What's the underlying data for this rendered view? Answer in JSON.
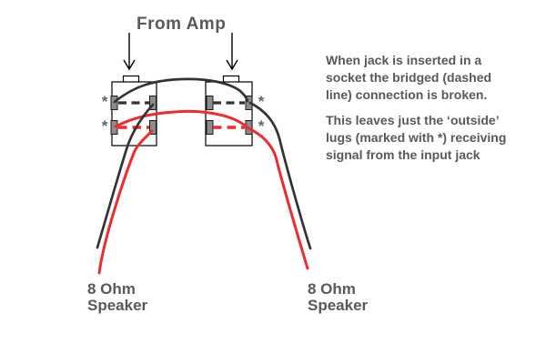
{
  "labels": {
    "from_amp": "From Amp",
    "left_speaker": "8 Ohm\nSpeaker",
    "right_speaker": "8 Ohm\nSpeaker"
  },
  "notes": {
    "paragraph1": "When jack is inserted in a\nsocket the bridged (dashed\nline) connection is broken.",
    "paragraph2": "This leaves just the ‘outside’\nlugs (marked with *) receiving\nsignal from the input jack"
  },
  "symbols": {
    "outside_lug_marker": "*"
  },
  "colors": {
    "wire_black": "#333333",
    "wire_red": "#ee2c2c",
    "text_gray": "#595959",
    "lug_fill": "#8c8c8c",
    "lug_stroke": "#1a1a1a",
    "outline_black": "#000000",
    "marker_gray": "#666666"
  }
}
